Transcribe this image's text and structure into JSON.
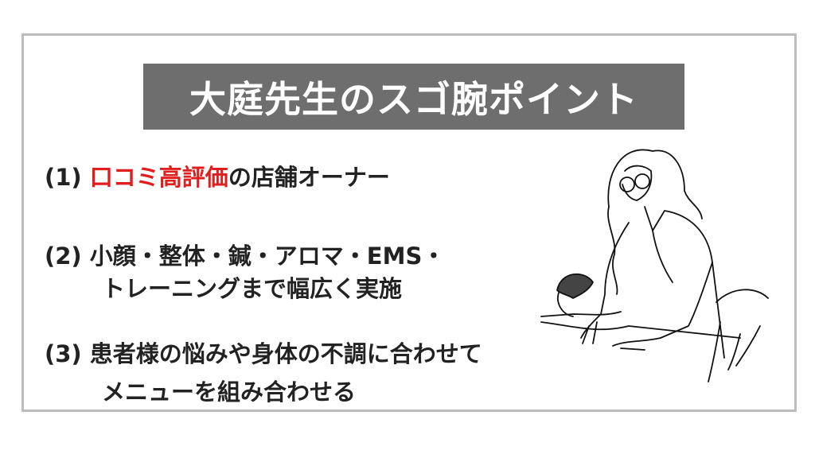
{
  "title": "大庭先生のスゴ腕ポイント",
  "colors": {
    "title_bg": "#6e6e6e",
    "highlight": "#e01e1e",
    "text": "#222222",
    "frame": "#bdbdbd"
  },
  "points": [
    {
      "number": "(1)",
      "highlight": "口コミ高評価",
      "rest": "の店舗オーナー"
    },
    {
      "number": "(2)",
      "line1": "小顔・整体・鍼・アロマ・EMS・",
      "line2": "トレーニングまで幅広く実施"
    },
    {
      "number": "(3)",
      "line1": "患者様の悩みや身体の不調に合わせて",
      "line2": "メニューを組み合わせる"
    }
  ],
  "illustration": "massage-therapist-line-drawing"
}
